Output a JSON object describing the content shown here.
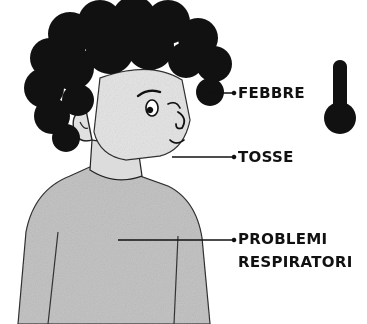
{
  "symptoms": {
    "fever": "FEBBRE",
    "cough": "TOSSE",
    "breathing_line1": "PROBLEMI",
    "breathing_line2": "RESPIRATORI"
  },
  "icons": {
    "fever": "thermometer-icon"
  },
  "colors": {
    "ink": "#111111",
    "skin": "#e7e7e7",
    "shirt": "#bdbdbd"
  }
}
